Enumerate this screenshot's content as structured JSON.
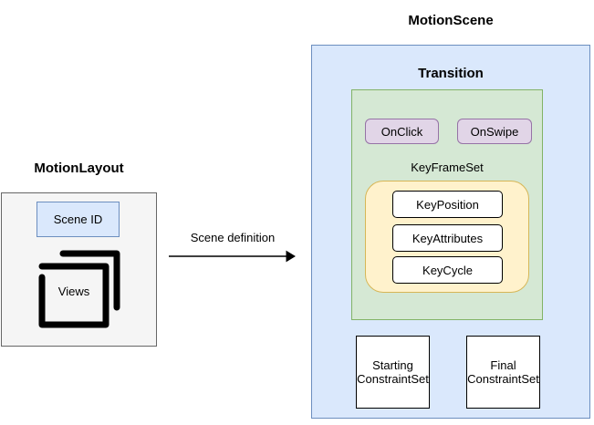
{
  "colors": {
    "blue-fill": "#dae8fc",
    "blue-stroke": "#6c8ebf",
    "green-fill": "#d5e8d4",
    "green-stroke": "#82b366",
    "yellow-fill": "#fff2cc",
    "yellow-stroke": "#d6b656",
    "purple-fill": "#e1d5e7",
    "purple-stroke": "#9673a6",
    "gray-fill": "#f5f5f5",
    "gray-stroke": "#666666",
    "white-fill": "#ffffff",
    "black": "#000000"
  },
  "motionlayout": {
    "title": "MotionLayout",
    "scene_id": "Scene ID",
    "views": "Views"
  },
  "arrow": {
    "label": "Scene definition"
  },
  "motionscene": {
    "title": "MotionScene",
    "transition": {
      "title": "Transition",
      "onclick": "OnClick",
      "onswipe": "OnSwipe",
      "keyframeset": {
        "label": "KeyFrameSet",
        "items": [
          "KeyPosition",
          "KeyAttributes",
          "KeyCycle"
        ]
      }
    },
    "starting_constraintset": {
      "lines": [
        "Starting",
        "ConstraintSet"
      ]
    },
    "final_constraintset": {
      "lines": [
        "Final",
        "ConstraintSet"
      ]
    }
  }
}
